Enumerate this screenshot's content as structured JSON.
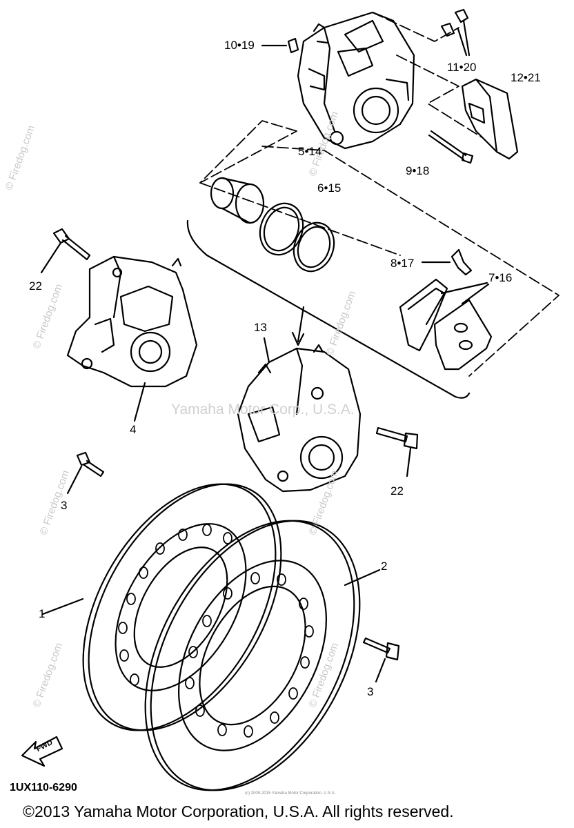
{
  "diagram": {
    "code": "1UX110-6290",
    "direction_label": "FWD",
    "copyright": "©2013 Yamaha Motor Corporation, U.S.A. All rights reserved.",
    "small_copyright": "(c) 2009-2015 Yamaha Motor Corporation, U.S.A.",
    "center_watermark": "Yamaha Motor Corp., U.S.A.",
    "side_watermark": "© Firedog.com",
    "callouts": {
      "c10_19": "10•19",
      "c11_20": "11•20",
      "c12_21": "12•21",
      "c5_14": "5•14",
      "c9_18": "9•18",
      "c6_15": "6•15",
      "c8_17": "8•17",
      "c7_16": "7•16",
      "c22a": "22",
      "c13": "13",
      "c4": "4",
      "c22b": "22",
      "c3a": "3",
      "c2": "2",
      "c1": "1",
      "c3b": "3"
    }
  }
}
